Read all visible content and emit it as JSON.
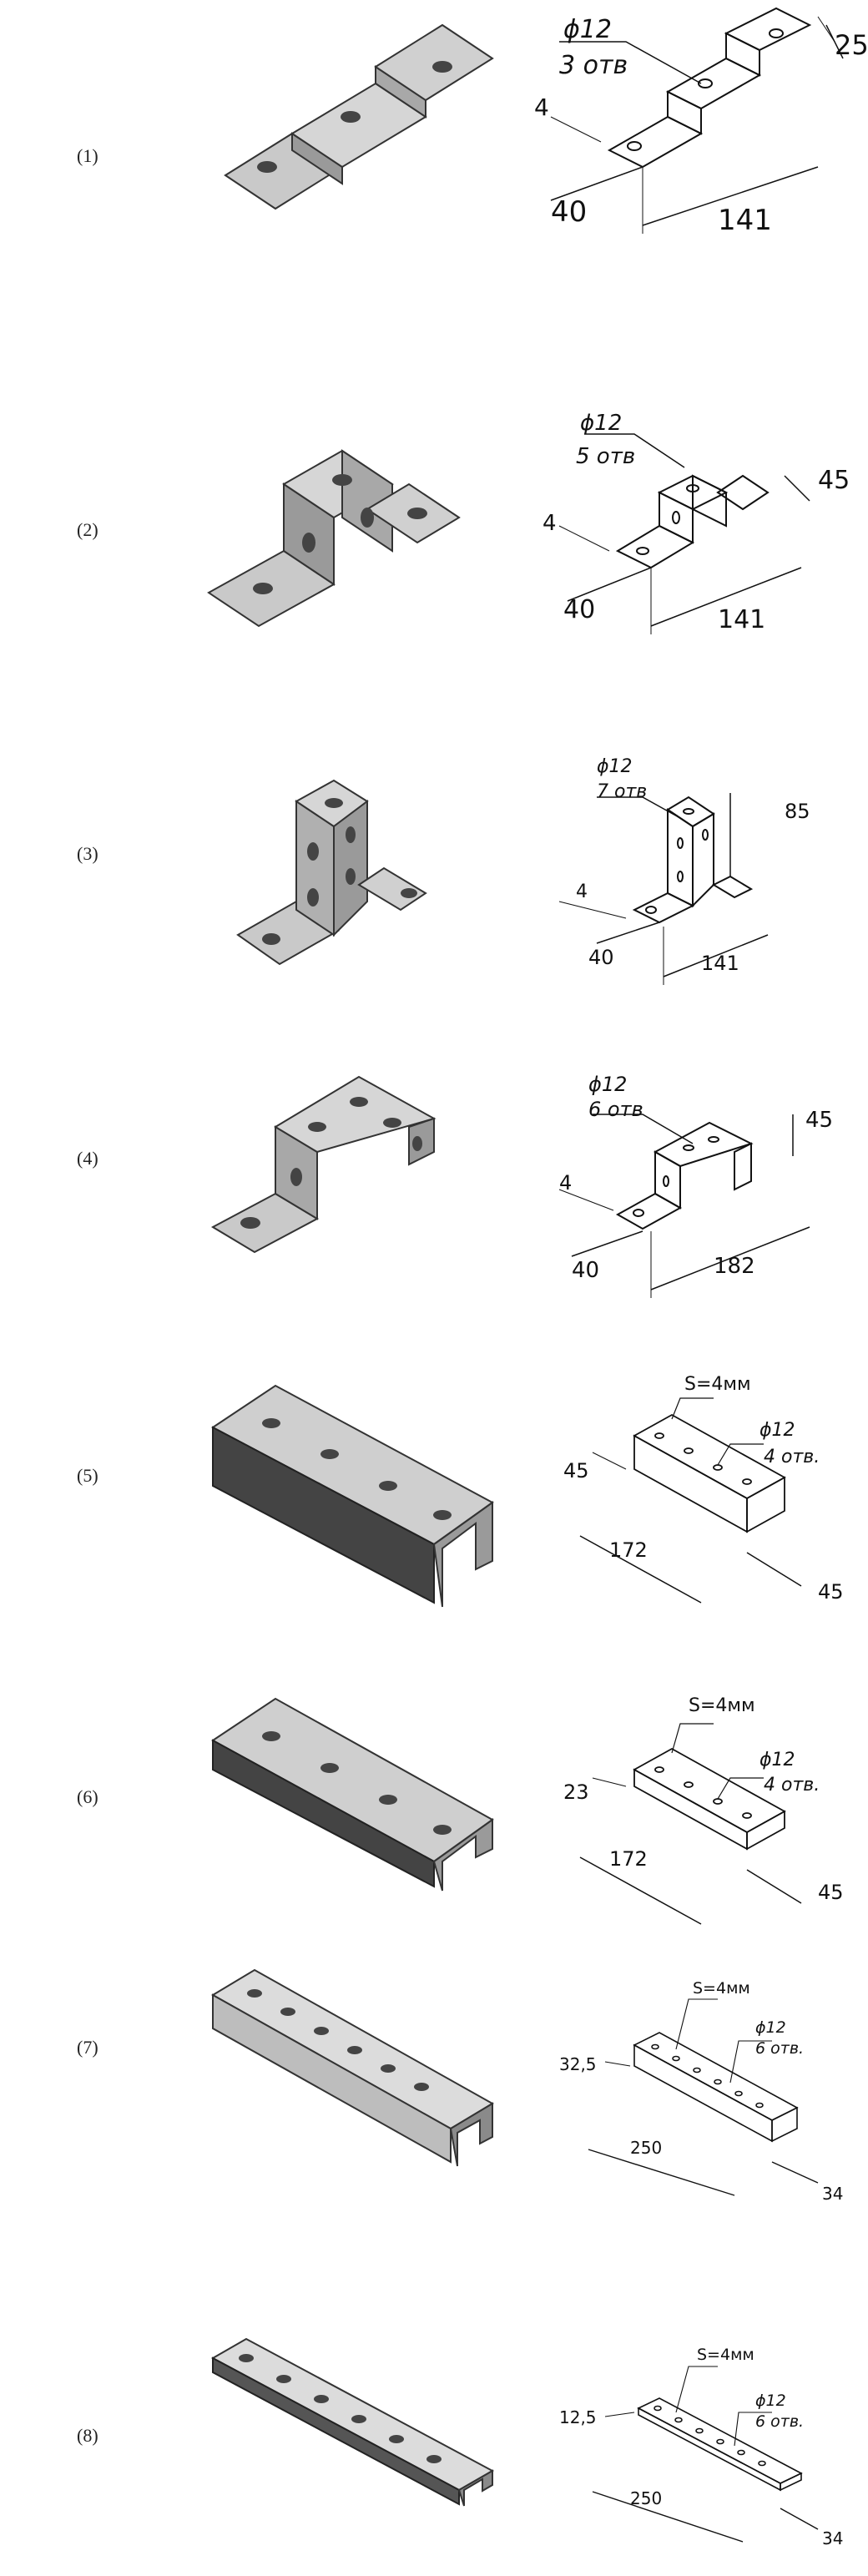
{
  "items": [
    {
      "number": "(1)",
      "hole": "ϕ12",
      "holes_count": "3 отв",
      "thickness": "4",
      "width": "40",
      "length": "141",
      "height": "25"
    },
    {
      "number": "(2)",
      "hole": "ϕ12",
      "holes_count": "5 отв",
      "thickness": "4",
      "width": "40",
      "length": "141",
      "height": "45"
    },
    {
      "number": "(3)",
      "hole": "ϕ12",
      "holes_count": "7 отв",
      "thickness": "4",
      "width": "40",
      "length": "141",
      "height": "85"
    },
    {
      "number": "(4)",
      "hole": "ϕ12",
      "holes_count": "6 отв",
      "thickness": "4",
      "width": "40",
      "length": "182",
      "height": "45"
    },
    {
      "number": "(5)",
      "sheet": "S=4мм",
      "hole": "ϕ12",
      "holes_count": "4 отв.",
      "height": "45",
      "length": "172",
      "width": "45"
    },
    {
      "number": "(6)",
      "sheet": "S=4мм",
      "hole": "ϕ12",
      "holes_count": "4 отв.",
      "height": "23",
      "length": "172",
      "width": "45"
    },
    {
      "number": "(7)",
      "sheet": "S=4мм",
      "hole": "ϕ12",
      "holes_count": "6 отв.",
      "height": "32,5",
      "length": "250",
      "width": "34"
    },
    {
      "number": "(8)",
      "sheet": "S=4мм",
      "hole": "ϕ12",
      "holes_count": "6 отв.",
      "height": "12,5",
      "length": "250",
      "width": "34"
    }
  ]
}
